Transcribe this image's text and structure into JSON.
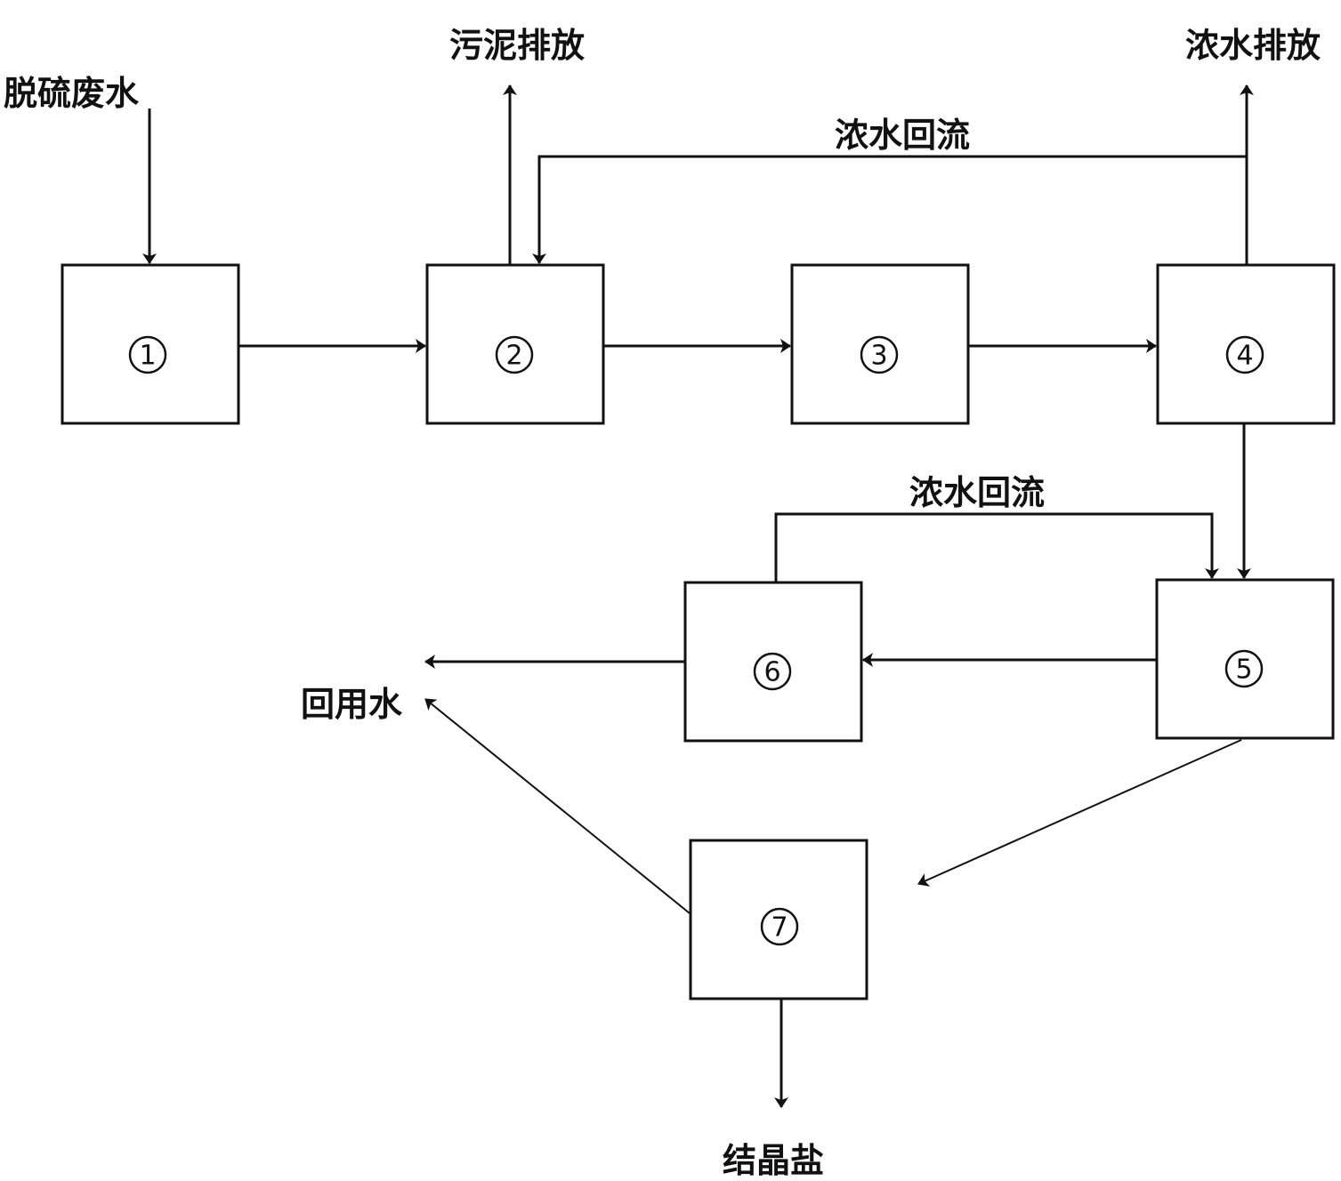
{
  "nodes": [
    {
      "id": "1",
      "label": "1"
    },
    {
      "id": "2",
      "label": "2"
    },
    {
      "id": "3",
      "label": "3"
    },
    {
      "id": "4",
      "label": "4"
    },
    {
      "id": "5",
      "label": "5"
    },
    {
      "id": "6",
      "label": "6"
    },
    {
      "id": "7",
      "label": "7"
    }
  ],
  "labels": {
    "input": "脱硫废水",
    "sludge_discharge": "污泥排放",
    "concentrate_discharge": "浓水排放",
    "concentrate_reflux_top": "浓水回流",
    "concentrate_reflux_bottom": "浓水回流",
    "reuse_water": "回用水",
    "crystal_salt": "结晶盐"
  }
}
